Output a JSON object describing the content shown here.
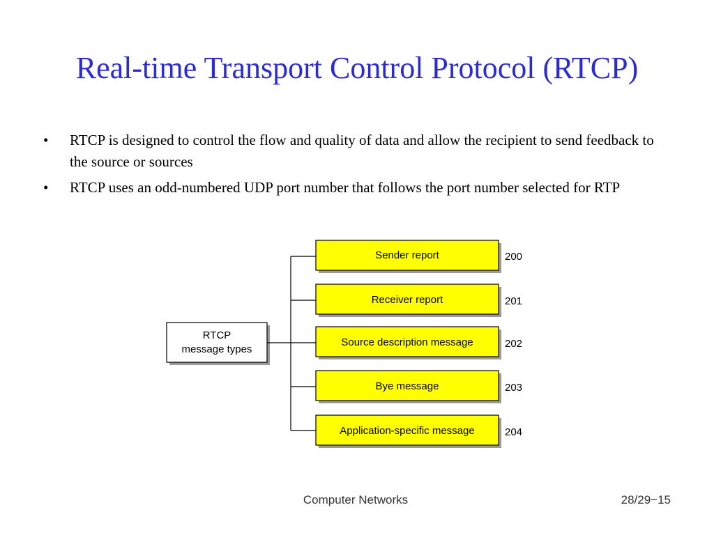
{
  "slide": {
    "title": "Real-time Transport Control Protocol (RTCP)",
    "bullets": [
      {
        "marker": "•",
        "text": "RTCP is designed to control the flow and quality of data and allow the recipient to send feedback to the source or sources"
      },
      {
        "marker": "•",
        "text": "RTCP uses an odd-numbered UDP port number that follows the port number selected for RTP"
      }
    ]
  },
  "diagram": {
    "root": {
      "line1": "RTCP",
      "line2": "message types"
    },
    "types": [
      {
        "label": "Sender report",
        "code": "200"
      },
      {
        "label": "Receiver report",
        "code": "201"
      },
      {
        "label": "Source description message",
        "code": "202"
      },
      {
        "label": "Bye message",
        "code": "203"
      },
      {
        "label": "Application-specific message",
        "code": "204"
      }
    ],
    "colors": {
      "box_fill": "#ffff00",
      "root_fill": "#ffffff",
      "stroke": "#000000",
      "shadow": "#9a9a9a"
    }
  },
  "footer": {
    "center": "Computer Networks",
    "right": "28/29−15"
  }
}
